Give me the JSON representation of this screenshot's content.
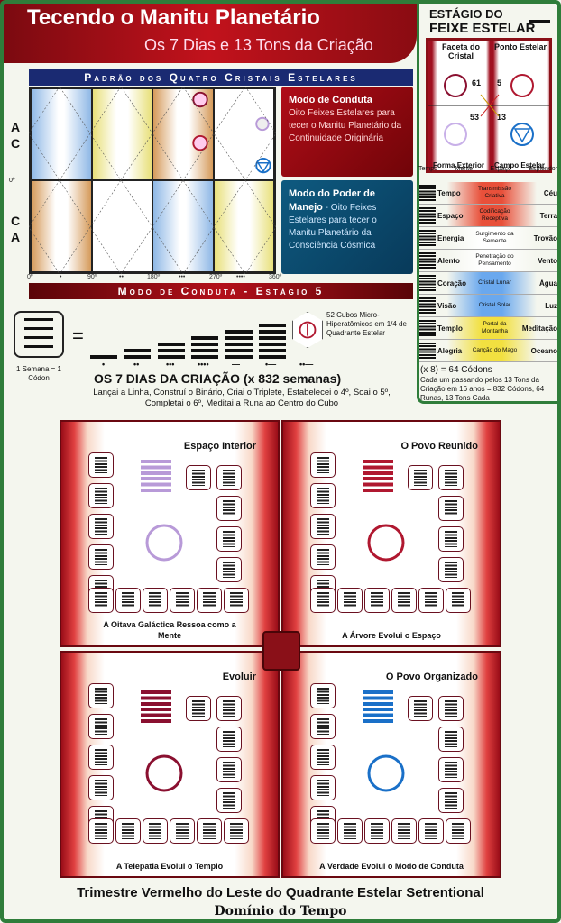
{
  "header": {
    "title": "Tecendo o Manitu Planetário",
    "subtitle": "Os 7 Dias e 13 Tons da Criação"
  },
  "chart": {
    "top_banner": "Padrão dos Quatro Cristais Estelares",
    "bottom_banner": "Modo de Conduta - Estágio 5",
    "left_labels": {
      "upper": [
        "A",
        "C"
      ],
      "lower": [
        "C",
        "A"
      ],
      "zero": "0º"
    },
    "degree_ticks": [
      "0º",
      "90º",
      "180º",
      "270º",
      "360º"
    ],
    "dot_ticks": [
      "•",
      "••",
      "•••",
      "••••"
    ]
  },
  "modes": [
    {
      "title": "Modo de Conduta",
      "text": "Oito Feixes Estelares para tecer o Manitu Planetário da Continuidade Originária",
      "color": "#b00d18"
    },
    {
      "title": "Modo do Poder de Manejo",
      "text": " - Oito Feixes Estelares para tecer o Manitu Planetário da Consciência Cósmica",
      "color": "#0e5a80"
    }
  ],
  "feixe": {
    "title_line1": "ESTÁGIO DO",
    "title_line2": "FEIXE ESTELAR",
    "labels": {
      "faceta": "Faceta do Cristal",
      "ponto": "Ponto Estelar",
      "forma": "Forma Exterior",
      "campo": "Campo Estelar"
    },
    "numbers": [
      "61",
      "5",
      "53",
      "13"
    ]
  },
  "trigram_header": [
    "Tempo",
    "Mente",
    "Espaço",
    "Esplendor"
  ],
  "trigrams": [
    {
      "a": "Tempo",
      "m": "Transmissão Criativa",
      "c": "Céu",
      "bg": "#e8503a"
    },
    {
      "a": "Espaço",
      "m": "Codificação Receptiva",
      "c": "Terra",
      "bg": "#e8503a"
    },
    {
      "a": "Energia",
      "m": "Surgimento da Semente",
      "c": "Trovão",
      "bg": "#ffffff"
    },
    {
      "a": "Alento",
      "m": "Penetração do Pensamento",
      "c": "Vento",
      "bg": "#ffffff"
    },
    {
      "a": "Coração",
      "m": "Cristal Lunar",
      "c": "Água",
      "bg": "#6aa8ee"
    },
    {
      "a": "Visão",
      "m": "Cristal Solar",
      "c": "Luz",
      "bg": "#6aa8ee"
    },
    {
      "a": "Templo",
      "m": "Portal da Montanha",
      "c": "Meditação",
      "bg": "#f2e040"
    },
    {
      "a": "Alegria",
      "m": "Canção do Mago",
      "c": "Oceano",
      "bg": "#f2e040"
    }
  ],
  "codons_note": {
    "x8": "(x 8) = 64 Códons",
    "text": "Cada um passando pelos 13 Tons da Criação em 16 anos = 832 Códons, 64 Runas, 13 Tons Cada"
  },
  "codon_row": {
    "week": "1 Semana = 1 Códon",
    "cubes": "52 Cubos Micro-Hiperatômicos em 1/4 de Quadrante Estelar",
    "day_dots": [
      "•",
      "••",
      "•••",
      "••••",
      "—",
      "•—",
      "••—"
    ],
    "title": "OS 7 DIAS DA CRIAÇÃO (x 832 semanas)",
    "text": "Lançai a Linha, Construí o Binário, Criai o Triplete, Estabelecei o 4º, Soai o 5º, Completai o 6º, Meditai a Runa ao Centro do Cubo"
  },
  "quadrants": [
    {
      "title": "Espaço Interior",
      "caption": "A Oitava Galáctica Ressoa como a Mente",
      "color": "#b89ad8"
    },
    {
      "title": "O Povo Reunido",
      "caption": "A Árvore Evolui o Espaço",
      "color": "#b01830"
    },
    {
      "title": "Evoluir",
      "caption": "A Telepatia Evolui o Templo",
      "color": "#8a1030"
    },
    {
      "title": "O Povo Organizado",
      "caption": "A Verdade Evolui o Modo de Conduta",
      "color": "#1a70c8"
    }
  ],
  "footer": {
    "line1": "Trimestre Vermelho do Leste do Quadrante Estelar Setrentional",
    "line2": "Domínio do Tempo"
  }
}
